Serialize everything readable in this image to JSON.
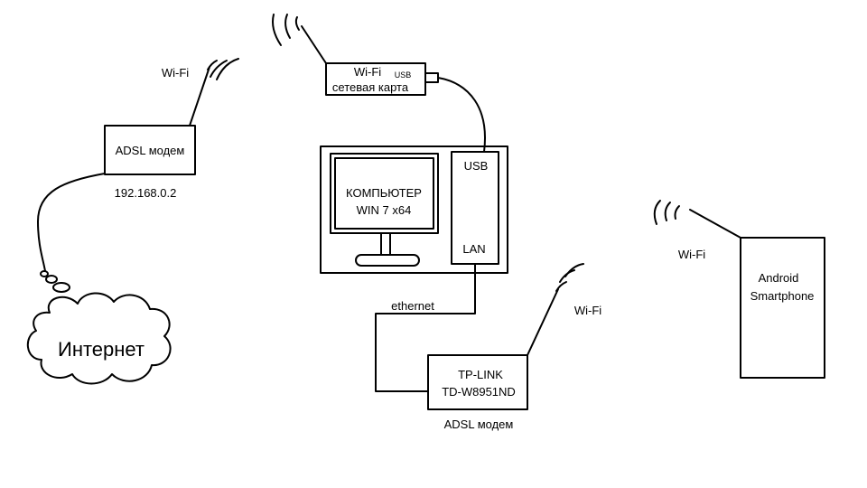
{
  "labels": {
    "wifi_left": "Wi-Fi",
    "adsl_modem_left": "ADSL модем",
    "modem_ip": "192.168.0.2",
    "internet": "Интернет",
    "usb_card_wifi": "Wi-Fi",
    "usb_card_usb": "USB",
    "usb_card_name": "сетевая карта",
    "computer_line1": "КОМПЬЮТЕР",
    "computer_line2": "WIN 7 x64",
    "usb_port": "USB",
    "lan_port": "LAN",
    "ethernet": "ethernet",
    "router_wifi": "Wi-Fi",
    "router_line1": "TP-LINK",
    "router_line2": "TD-W8951ND",
    "router_caption": "ADSL модем",
    "phone_wifi": "Wi-Fi",
    "phone_line1": "Android",
    "phone_line2": "Smartphone"
  }
}
